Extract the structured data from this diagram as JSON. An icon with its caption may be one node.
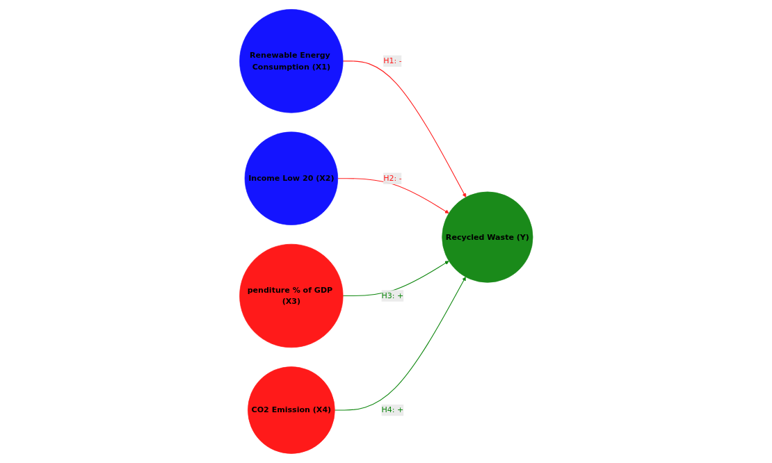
{
  "diagram": {
    "nodes": [
      {
        "text": [
          "Renewable Energy Consumption (X1)"
        ]
      },
      {
        "text": [
          "CO2 Emission (X4)"
        ]
      },
      {
        "text": [
          "Income Low 20 (X2)"
        ]
      },
      {
        "text": [
          "penditure % of GDP (X3)"
        ]
      },
      {
        "text": [
          "Recycled Waste (Y)"
        ]
      }
    ],
    "edges": [
      {
        "from": 0,
        "to": 4,
        "arrow": "to",
        "label": "H1: -",
        "color": "#ff2020"
      },
      {
        "from": 2,
        "to": 4,
        "arrow": "to",
        "label": "H2: -",
        "color": "#ff2020"
      },
      {
        "from": 3,
        "to": 4,
        "arrow": "to",
        "label": "H3: +",
        "color": "#118811"
      },
      {
        "from": 1,
        "to": 4,
        "arrow": "to",
        "label": "H4: +",
        "color": "#118811"
      }
    ]
  }
}
